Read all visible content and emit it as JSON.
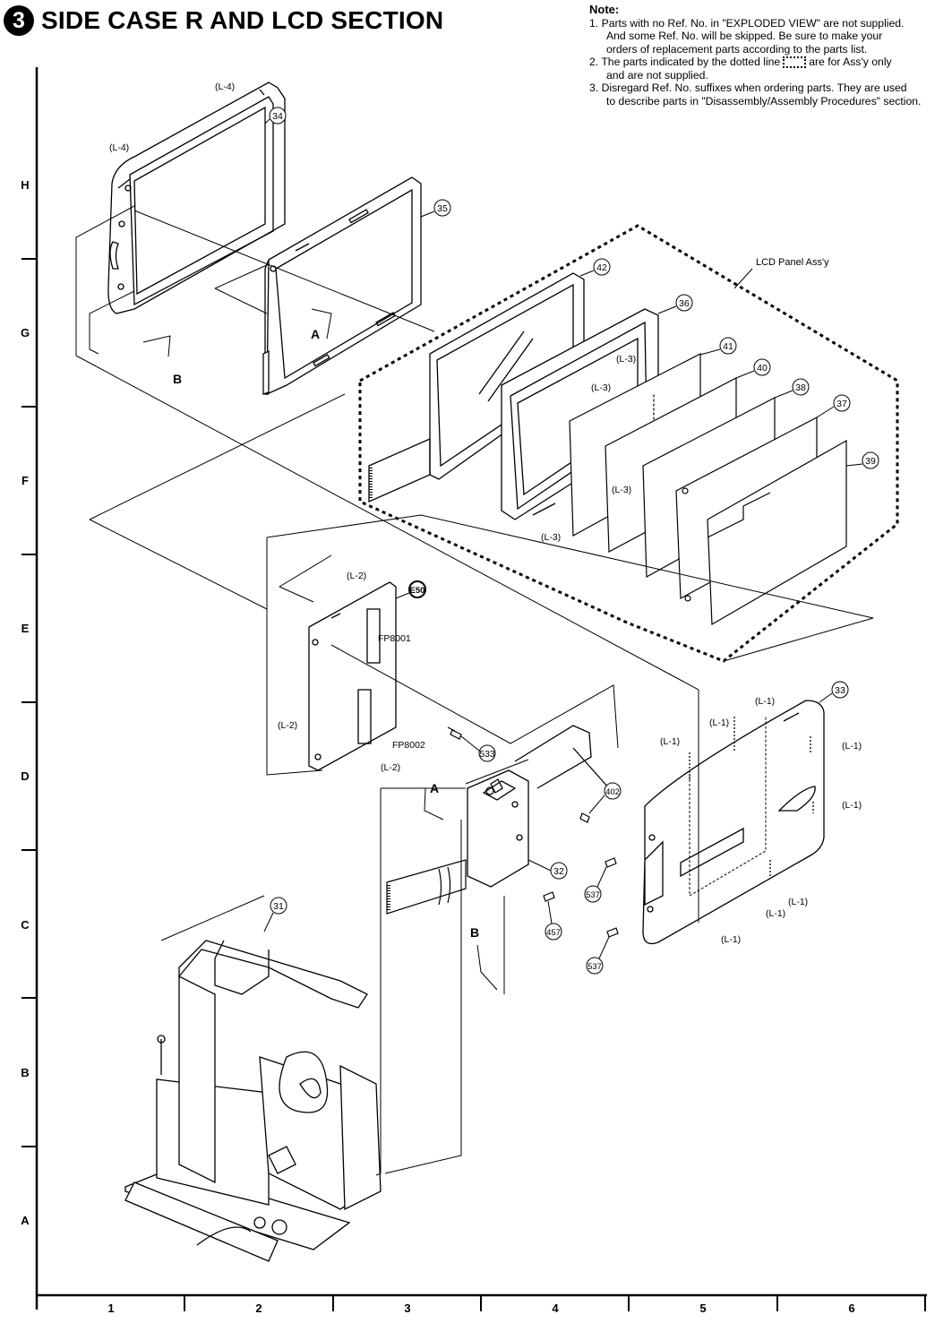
{
  "title": {
    "badge": "3",
    "text": "SIDE CASE R AND LCD SECTION"
  },
  "notes": {
    "heading": "Note:",
    "items": [
      {
        "num": "1.",
        "line1": "Parts with no Ref. No. in \"EXPLODED VIEW\" are not supplied.",
        "line2": "And some Ref. No. will be skipped.  Be sure to make your",
        "line3": "orders of replacement parts according to the parts list."
      },
      {
        "num": "2.",
        "line1a": "The parts indicated by the dotted line",
        "line1b": "are for Ass'y only",
        "line2": "and are not supplied."
      },
      {
        "num": "3.",
        "line1": "Disregard Ref. No. suffixes when ordering parts. They are used",
        "line2": "to describe parts in \"Disassembly/Assembly Procedures\" section."
      }
    ]
  },
  "grid": {
    "rows": [
      "H",
      "G",
      "F",
      "E",
      "D",
      "C",
      "B",
      "A"
    ],
    "columns": [
      "1",
      "2",
      "3",
      "4",
      "5",
      "6"
    ]
  },
  "parts": {
    "p31": "31",
    "p32": "32",
    "p33": "33",
    "p34": "34",
    "p35": "35",
    "p36": "36",
    "p37": "37",
    "p38": "38",
    "p39": "39",
    "p40": "40",
    "p41": "41",
    "p42": "42",
    "p402": "402",
    "p457": "457",
    "p533": "533",
    "p537a": "537",
    "p537b": "537",
    "e50": "E50"
  },
  "labels": {
    "lcd_assy": "LCD Panel Ass'y",
    "fp8001": "FP8001",
    "fp8002": "FP8002",
    "l1": "(L-1)",
    "l2": "(L-2)",
    "l3": "(L-3)",
    "l4": "(L-4)",
    "a": "A",
    "b": "B"
  }
}
